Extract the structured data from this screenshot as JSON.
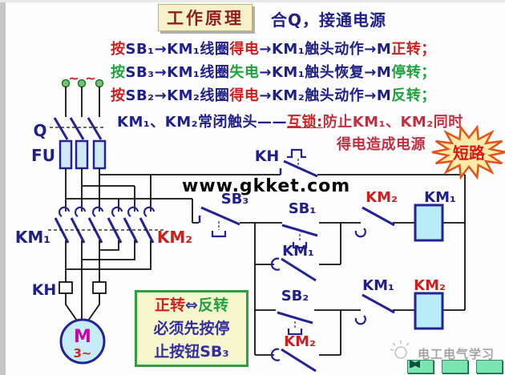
{
  "header": {
    "title": "工作原理",
    "subtitle": "合Q，接通电源"
  },
  "explanation": {
    "line1": {
      "a": "按",
      "b": "SB₁",
      "c": "→KM₁线圈",
      "d": "得电",
      "e": "→KM₁触头动作→M",
      "f": "正转；"
    },
    "line2": {
      "a": "按",
      "b": "SB₃",
      "c": "→KM₁线圈",
      "d": "失电",
      "e": "→KM₁触头恢复→M",
      "f": "停转；"
    },
    "line3": {
      "a": "按",
      "b": "SB₂",
      "c": "→KM₂线圈",
      "d": "得电",
      "e": "→KM₂触头动作→M",
      "f": "反转；"
    },
    "line4": {
      "a": "KM₁、KM₂常闭触头——",
      "b": "互锁:",
      "c": "防止KM₁、KM₂同时"
    },
    "line5": "得电造成电源"
  },
  "burst": {
    "text": "短路"
  },
  "watermark": "www.gkket.com",
  "circuit": {
    "q_label": "Q",
    "fu_label": "FU",
    "km1_main_label": "KM₁",
    "km2_main_label": "KM₂",
    "kh_main_label": "KH",
    "motor_letter": "M",
    "motor_phase": "3~",
    "kh_ctrl_label": "KH",
    "sb3_label": "SB₃",
    "sb1_label": "SB₁",
    "sb2_label": "SB₂",
    "km2_nc_label": "KM₂",
    "km1_coil_label": "KM₁",
    "km1_hold_label": "KM₁",
    "km2_hold_label": "KM₂",
    "km1_nc_label": "KM₁",
    "km2_coil_label": "KM₂",
    "tilde": "~"
  },
  "note": {
    "a": "正转",
    "b": "⇔",
    "c": "反转",
    "line2": "必须先按停",
    "line3": "止按钮SB₃"
  },
  "footer": {
    "brand": "电工电气学习"
  },
  "colors": {
    "navy": "#20208a",
    "red": "#cc2020",
    "green": "#1fa23d",
    "crimson": "#c03040",
    "coil_fill": "#b8edf8",
    "motor_fill": "#c4edf7",
    "button_mint": "#7be5b1",
    "burst_fill": "#fceba8",
    "burst_edge": "#e2541a"
  }
}
